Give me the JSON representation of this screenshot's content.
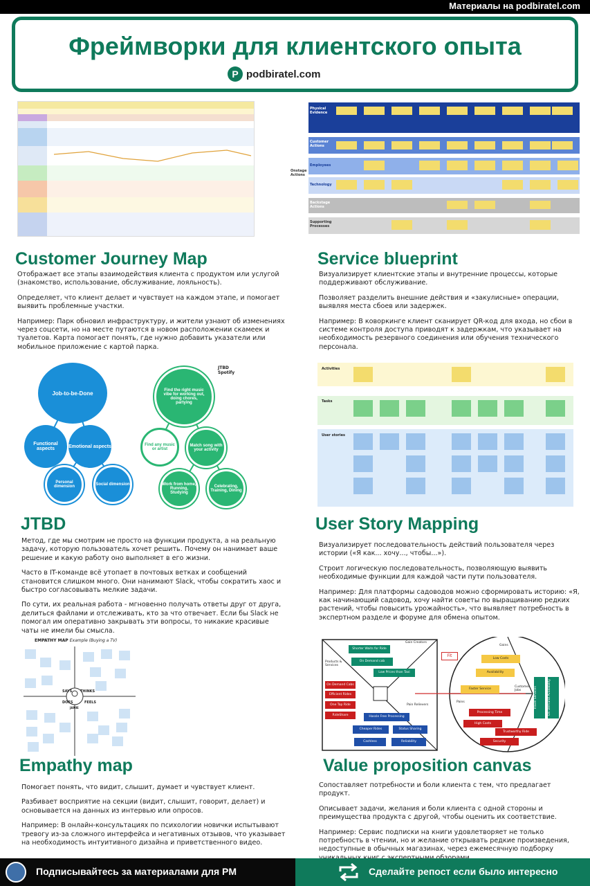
{
  "top_bar": {
    "text": "Материалы на podbiratel.com"
  },
  "header": {
    "title": "Фреймворки для клиентского опыта",
    "brand": "podbiratel.com",
    "brand_logo_letter": "P"
  },
  "sections": {
    "cjm": {
      "title": "Customer Journey Map",
      "paragraphs": [
        "Отображает все этапы взаимодействия клиента с продуктом или услугой (знакомство, использование, обслуживание, лояльность).",
        "Определяет, что клиент делает и чувствует на каждом этапе, и помогает выявить проблемные участки.",
        "Например: Парк обновил инфраструктуру, и жители узнают об изменениях через соцсети, но на месте путаются в новом расположении скамеек и туалетов. Карта помогает понять, где нужно добавить указатели или мобильное приложение с картой парка."
      ]
    },
    "blueprint": {
      "title": "Service blueprint",
      "paragraphs": [
        "Визуализирует клиентские этапы и внутренние процессы, которые поддерживают обслуживание.",
        "Позволяет разделить внешние действия и «закулисные» операции, выявляя места сбоев или задержек.",
        "Например: В коворкинге клиент сканирует QR-код для входа, но сбои в системе контроля доступа приводят к задержкам, что указывает на необходимость резервного соединения или обучения технического персонала."
      ],
      "row_labels": [
        "Physical Evidence",
        "Customer Actions",
        "Employees",
        "Technology",
        "Backstage Actions",
        "Supporting Processes"
      ],
      "side_label": "Onstage Actions"
    },
    "jtbd": {
      "title": "JTBD",
      "paragraphs": [
        "Метод, где мы смотрим не просто на функции продукта, а на реальную задачу, которую пользователь хочет решить. Почему он нанимает ваше решение и какую работу оно выполняет в его жизни.",
        "Часто в IT-команде всё утопает в почтовых ветках и сообщений становится слишком много. Они нанимают Slack, чтобы сократить хаос и быстро согласовывать мелкие задачи.",
        "По сути, их реальная работа - мгновенно получать ответы друг от друга, делиться файлами и отслеживать, кто за что отвечает. Если бы Slack не помогал им оперативно закрывать эти вопросы, то никакие красивые чаты не имели бы смысла."
      ],
      "left_diagram": [
        "Job-to-be-Done",
        "Functional aspects",
        "Emotional aspects",
        "Personal dimension",
        "Social dimension"
      ],
      "right_diagram": [
        "Find the right music vibe for working out, doing chores, partying",
        "Find any music or artist",
        "Match song with your activity",
        "Work from home, Running, Studying",
        "Celebrating, Training, Dining"
      ],
      "spotify_label": "JTBD Spotify"
    },
    "usm": {
      "title": "User Story Mapping",
      "paragraphs": [
        "Визуализирует последовательность действий пользователя через истории («Я как... хочу..., чтобы...»).",
        "Строит логическую последовательность, позволяющую выявить необходимые функции для каждой части пути пользователя.",
        "Например: Для платформы садоводов можно сформировать историю: «Я, как начинающий садовод, хочу найти советы по выращиванию редких растений, чтобы повысить урожайность», что выявляет потребность в экспертном разделе и форуме для обмена опытом."
      ],
      "row_labels": [
        "Activities",
        "Tasks",
        "User stories"
      ]
    },
    "empathy": {
      "title": "Empathy map",
      "paragraphs": [
        "Помогает понять, что видит, слышит, думает и чувствует клиент.",
        "Разбивает восприятие на секции (видит, слышит, говорит, делает) и основывается на данных из интервью или опросов.",
        "Например: В онлайн-консультациях по психологии новички испытывают тревогу из-за сложного интерфейса и негативных отзывов, что указывает на необходимость интуитивного дизайна и приветственного видео."
      ],
      "map_title": "EMPATHY MAP",
      "map_subtitle": "Example (Buying a TV)",
      "quadrants": [
        "SAYS",
        "THINKS",
        "DOES",
        "FEELS"
      ],
      "persona": "JAMIE"
    },
    "vpc": {
      "title": "Value proposition canvas",
      "paragraphs": [
        "Сопоставляет потребности и боли клиента с тем, что предлагает продукт.",
        "Описывает задачи, желания и боли клиента с одной стороны и преимущества продукта с другой, чтобы оценить их соответствие.",
        "Например: Сервис подписки на книги удовлетворяет не только потребность в чтении, но и желание открывать редкие произведения, недоступные в обычных магазинах, через ежемесячную подборку уникальных книг с экспертными обзорами."
      ],
      "left_items": [
        "Shorter Waits for Ride",
        "On Demand cab availability",
        "Low Prices than Taxi",
        "On Demand Cabs",
        "Efficient Rides",
        "One Tap Ride",
        "RideShare",
        "Hassle Free Processing",
        "Cheaper Rides",
        "Status Sharing",
        "Cashless",
        "Reliability"
      ],
      "right_items": [
        "Low Costs",
        "Availability",
        "Faster Service",
        "Processing Time",
        "High Costs",
        "Trustworthy Ride",
        "Security",
        "Travel Services",
        "On Demand Availability"
      ],
      "labels": [
        "Gain Creators",
        "Pain Relievers",
        "Products & Services",
        "Gains",
        "Pains",
        "Customer Jobs"
      ],
      "fit_label": "Fit"
    }
  },
  "bottom_bar": {
    "left_text": "Подписывайтесь за материалами для PM",
    "right_text": "Сделайте репост если было интересно"
  },
  "colors": {
    "brand_green": "#0f7a5b",
    "bar_black": "#0a0a0a",
    "sticky_yellow": "#f3dc6d",
    "sticky_green": "#7bd08a",
    "jtbd_blue": "#1a8fd8",
    "jtbd_green": "#2ab673"
  }
}
